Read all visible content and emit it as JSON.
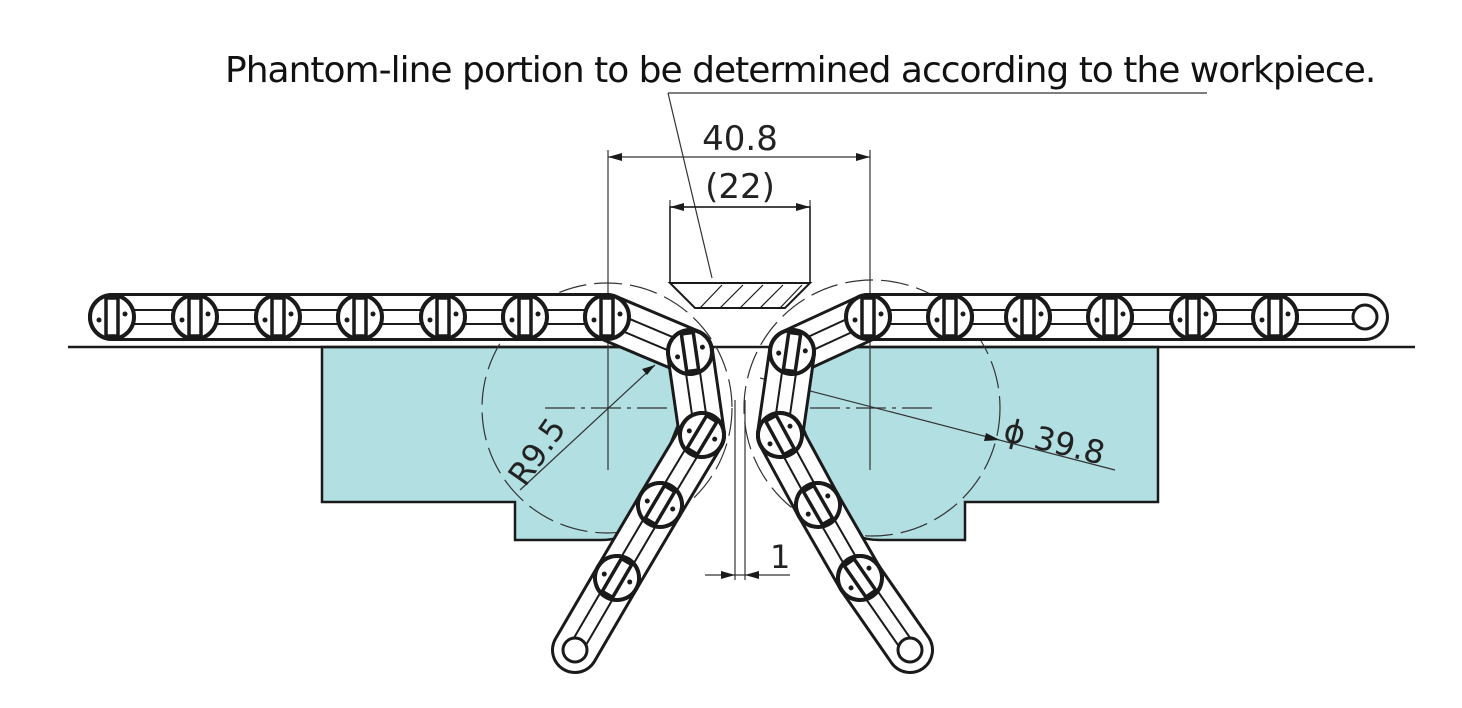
{
  "title": "Phantom-line portion to be determined according to the workpiece.",
  "dimensions": {
    "width_total": "40.8",
    "width_workpiece": "(22)",
    "radius": "R9.5",
    "diameter": "ϕ 39.8",
    "gap": "1"
  },
  "colors": {
    "block": "#b1dfe2",
    "line": "#1a1a1a"
  }
}
